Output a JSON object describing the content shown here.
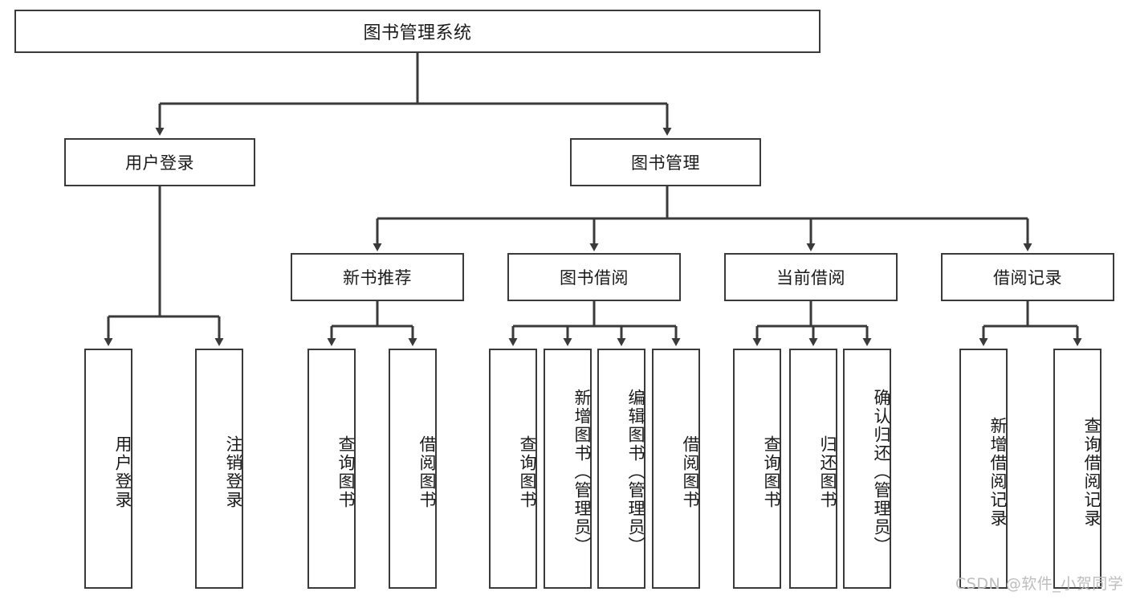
{
  "diagram": {
    "type": "tree",
    "title": "图书管理系统",
    "watermark": "CSDN @软件_小贺同学",
    "colors": {
      "box_border": "#3a3a3a",
      "box_fill": "#ffffff",
      "connector": "#3a3a3a",
      "text": "#1a1a1a",
      "watermark": "#bdbdbd"
    },
    "levels": {
      "root": "图书管理系统",
      "level2": [
        "用户登录",
        "图书管理"
      ],
      "level3": [
        "新书推荐",
        "图书借阅",
        "当前借阅",
        "借阅记录"
      ]
    },
    "nodes": {
      "root": {
        "label": "图书管理系统"
      },
      "user_login": {
        "label": "用户登录"
      },
      "book_manage": {
        "label": "图书管理"
      },
      "new_book_rec": {
        "label": "新书推荐"
      },
      "book_borrow": {
        "label": "图书借阅"
      },
      "current_borrow": {
        "label": "当前借阅"
      },
      "borrow_record": {
        "label": "借阅记录"
      },
      "leaf_user_login": {
        "label": "用户登录"
      },
      "leaf_logout": {
        "label": "注销登录"
      },
      "leaf_query_book_1": {
        "label": "查询图书"
      },
      "leaf_borrow_book_1": {
        "label": "借阅图书"
      },
      "leaf_query_book_2": {
        "label": "查询图书"
      },
      "leaf_add_book": {
        "label": "新增图书（管理员）"
      },
      "leaf_edit_book": {
        "label": "编辑图书（管理员）"
      },
      "leaf_borrow_book_2": {
        "label": "借阅图书"
      },
      "leaf_query_book_3": {
        "label": "查询图书"
      },
      "leaf_return_book": {
        "label": "归还图书"
      },
      "leaf_confirm_return": {
        "label": "确认归还（管理员）"
      },
      "leaf_add_record": {
        "label": "新增借阅记录"
      },
      "leaf_query_record": {
        "label": "查询借阅记录"
      }
    }
  }
}
